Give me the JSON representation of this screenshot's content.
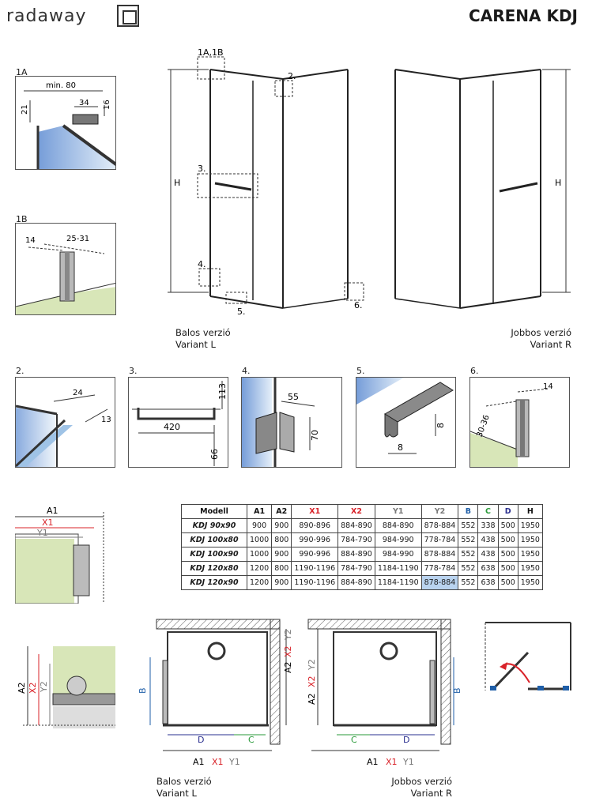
{
  "header": {
    "brand": "radaway",
    "product": "CARENA KDJ"
  },
  "main_drawing": {
    "callouts": [
      "1A,1B",
      "2.",
      "3.",
      "4.",
      "5.",
      "6."
    ],
    "height_label": "H",
    "left_caption": [
      "Balos verzió",
      "Variant L"
    ],
    "right_caption": [
      "Jobbos verzió",
      "Variant R"
    ]
  },
  "details": {
    "d1a": {
      "title": "1A",
      "dims": [
        "min. 80",
        "34",
        "16",
        "21"
      ]
    },
    "d1b": {
      "title": "1B",
      "dims": [
        "25-31",
        "14"
      ]
    },
    "d2": {
      "title": "2.",
      "dims": [
        "24",
        "13"
      ]
    },
    "d3": {
      "title": "3.",
      "dims": [
        "113",
        "420",
        "66"
      ]
    },
    "d4": {
      "title": "4.",
      "dims": [
        "55",
        "70"
      ]
    },
    "d5": {
      "title": "5.",
      "dims": [
        "8",
        "8"
      ]
    },
    "d6": {
      "title": "6.",
      "dims": [
        "14",
        "30-36"
      ]
    }
  },
  "dims_detail_top": {
    "labels": [
      "A1",
      "X1",
      "Y1"
    ]
  },
  "dims_detail_side": {
    "labels": [
      "A2",
      "X2",
      "Y2"
    ]
  },
  "spec_table": {
    "headers": [
      "Modell",
      "A1",
      "A2",
      "X1",
      "X2",
      "Y1",
      "Y2",
      "B",
      "C",
      "D",
      "H"
    ],
    "header_colors": [
      "#111111",
      "#111111",
      "#111111",
      "#d9232a",
      "#d9232a",
      "#7a7a7a",
      "#7a7a7a",
      "#1f5fa8",
      "#2a9a3a",
      "#2a2f8f",
      "#111111"
    ],
    "rows": [
      [
        "KDJ 90x90",
        "900",
        "900",
        "890-896",
        "884-890",
        "884-890",
        "878-884",
        "552",
        "338",
        "500",
        "1950"
      ],
      [
        "KDJ 100x80",
        "1000",
        "800",
        "990-996",
        "784-790",
        "984-990",
        "778-784",
        "552",
        "438",
        "500",
        "1950"
      ],
      [
        "KDJ 100x90",
        "1000",
        "900",
        "990-996",
        "884-890",
        "984-990",
        "878-884",
        "552",
        "438",
        "500",
        "1950"
      ],
      [
        "KDJ 120x80",
        "1200",
        "800",
        "1190-1196",
        "784-790",
        "1184-1190",
        "778-784",
        "552",
        "638",
        "500",
        "1950"
      ],
      [
        "KDJ 120x90",
        "1200",
        "900",
        "1190-1196",
        "884-890",
        "1184-1190",
        "878-884",
        "552",
        "638",
        "500",
        "1950"
      ]
    ]
  },
  "plan_left": {
    "b": "B",
    "d": "D",
    "c": "C",
    "bottom": [
      "A1",
      "X1",
      "Y1"
    ],
    "side": [
      "A2",
      "X2",
      "Y2"
    ],
    "caption": [
      "Balos verzió",
      "Variant L"
    ]
  },
  "plan_right": {
    "b": "B",
    "d": "D",
    "c": "C",
    "bottom": [
      "A1",
      "X1",
      "Y1"
    ],
    "side": [
      "A2",
      "X2",
      "Y2"
    ],
    "caption": [
      "Jobbos verzió",
      "Variant R"
    ]
  },
  "colors": {
    "red": "#d9232a",
    "grey": "#7a7a7a",
    "blue": "#1f5fa8",
    "green": "#2a9a3a",
    "navy": "#2a2f8f",
    "floor": "#d8e6b8",
    "glass": "#9fc3e6"
  }
}
